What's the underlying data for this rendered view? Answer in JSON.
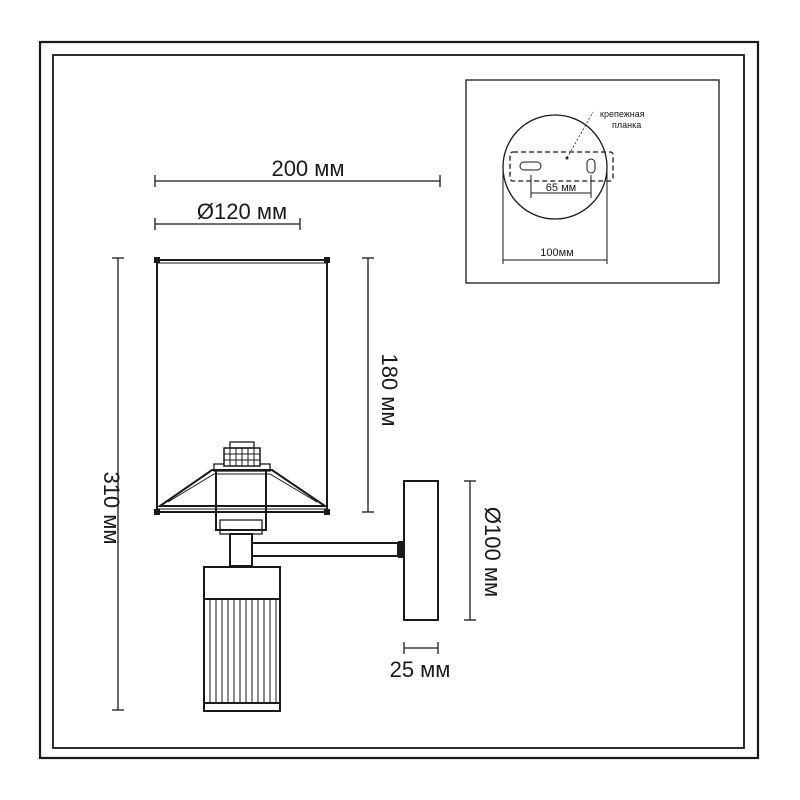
{
  "dimensions": {
    "width_total": "200 мм",
    "shade_diameter": "Ø120 мм",
    "shade_height": "180 мм",
    "total_height": "310 мм",
    "base_diameter": "Ø100 мм",
    "base_depth": "25 мм"
  },
  "inset": {
    "plate_label_line1": "крепежная",
    "plate_label_line2": "планка",
    "hole_spacing": "65 мм",
    "base_width": "100мм"
  }
}
